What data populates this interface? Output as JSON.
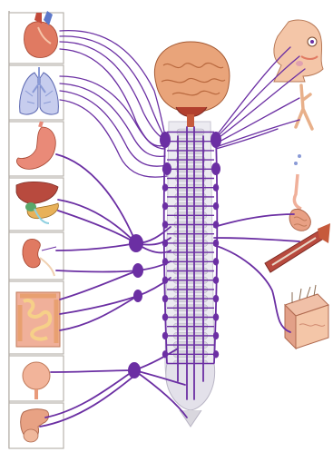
{
  "figure": {
    "colors": {
      "nerve": "#6b2fa3",
      "panel_border": "#b9b3ad",
      "organ_red": "#e07a62",
      "organ_pink": "#f0b09a",
      "lung_blue": "#8a9ad6",
      "brain": "#e9a47a",
      "vertebra": "#d9d7de",
      "skin": "#f4c6a8"
    },
    "left_organs": [
      {
        "id": "heart",
        "icon": "heart-icon"
      },
      {
        "id": "lungs",
        "icon": "lungs-icon"
      },
      {
        "id": "stomach",
        "icon": "stomach-icon"
      },
      {
        "id": "liver",
        "icon": "liver-pancreas-icon"
      },
      {
        "id": "kidney",
        "icon": "kidney-icon"
      },
      {
        "id": "intestines",
        "icon": "intestines-icon"
      },
      {
        "id": "bladder",
        "icon": "bladder-icon"
      },
      {
        "id": "genitals",
        "icon": "genitals-icon"
      }
    ],
    "right_targets": [
      {
        "id": "head-eye-salivary",
        "icon": "head-profile-icon"
      },
      {
        "id": "blood-vessel",
        "icon": "blood-vessel-icon"
      },
      {
        "id": "sweat-gland",
        "icon": "sweat-gland-icon"
      },
      {
        "id": "arm-muscle",
        "icon": "arm-muscle-icon"
      },
      {
        "id": "skin-hair",
        "icon": "skin-block-icon"
      }
    ],
    "center": {
      "brain": "brain-icon",
      "spine": "spinal-column-icon"
    }
  }
}
